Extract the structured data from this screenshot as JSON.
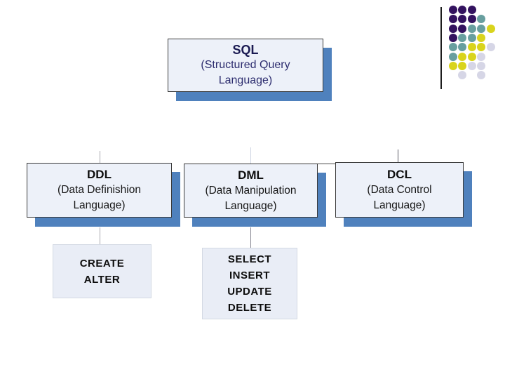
{
  "boxes": {
    "sql": {
      "title": "SQL",
      "lines": [
        "(Structured Query",
        "Language)"
      ]
    },
    "ddl": {
      "title": "DDL",
      "lines": [
        "(Data Definishion",
        "Language)"
      ]
    },
    "dml": {
      "title": "DML",
      "lines": [
        "(Data Manipulation",
        "Language)"
      ]
    },
    "dcl": {
      "title": "DCL",
      "lines": [
        "(Data Control",
        "Language)"
      ]
    },
    "ddl_commands": [
      "CREATE",
      "ALTER"
    ],
    "dml_commands": [
      "SELECT",
      "INSERT",
      "UPDATE",
      "DELETE"
    ]
  },
  "colors": {
    "shadow_blue": "#4f81bd",
    "box_fill": "#edf1f9",
    "leaf_fill": "#e9edf6",
    "box_border": "#3a3a3a",
    "sql_text": "#2c2c6e"
  },
  "decoration": {
    "dot_palette": {
      "P": "#33125f",
      "T": "#689f9f",
      "Y": "#d9d41c",
      "L": "#d6d6e6"
    },
    "dot_grid": [
      "PPP..",
      "PPPT.",
      "PPTTY",
      "PTTY.",
      "TTYYL",
      "TYYL.",
      "YYLL.",
      ".L.L."
    ]
  }
}
